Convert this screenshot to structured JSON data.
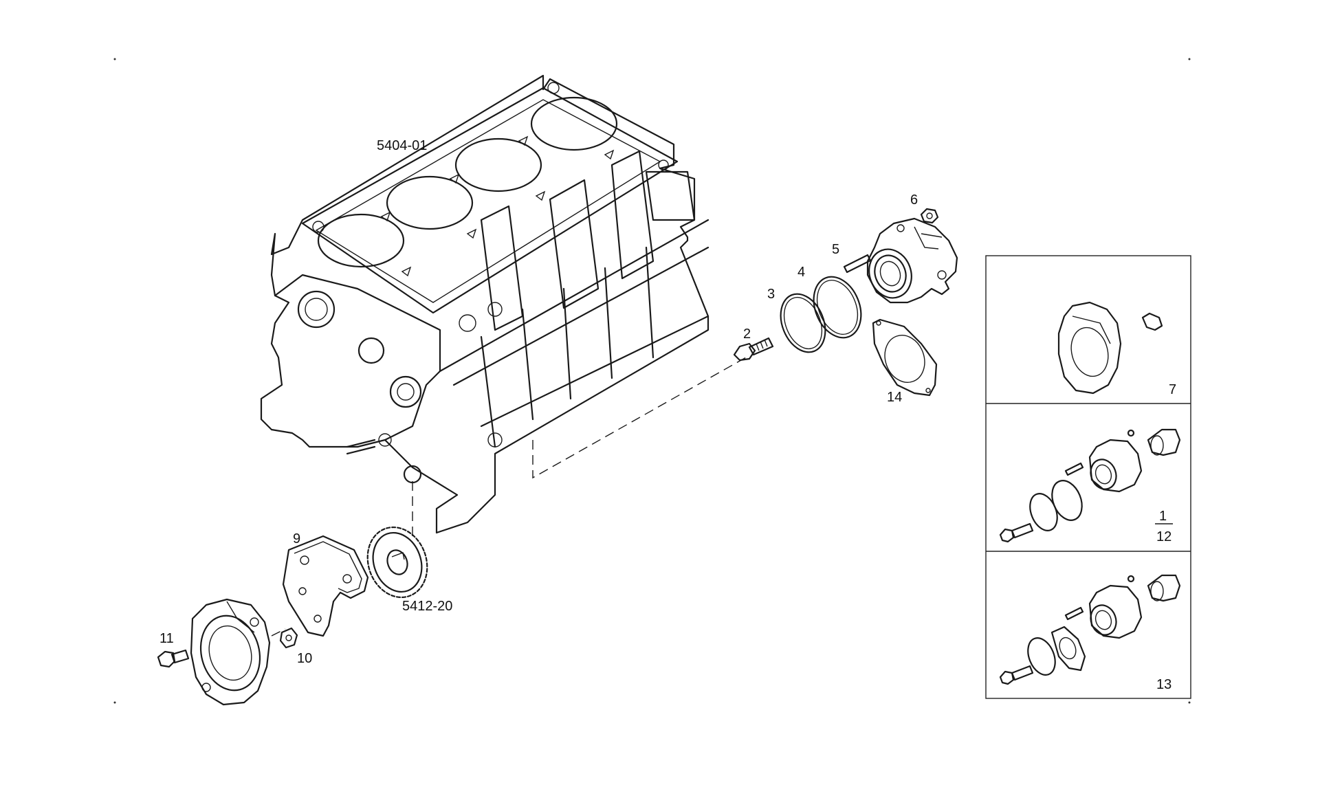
{
  "diagram": {
    "labels": {
      "block": "5404-01",
      "sprocket": "5412-20",
      "p1": "1",
      "p2": "2",
      "p3": "3",
      "p4": "4",
      "p5": "5",
      "p6": "6",
      "p7": "7",
      "p9": "9",
      "p10": "10",
      "p11": "11",
      "p12": "12",
      "p13": "13",
      "p14": "14"
    },
    "colors": {
      "line": "#1a1a1a",
      "background": "#ffffff"
    }
  }
}
